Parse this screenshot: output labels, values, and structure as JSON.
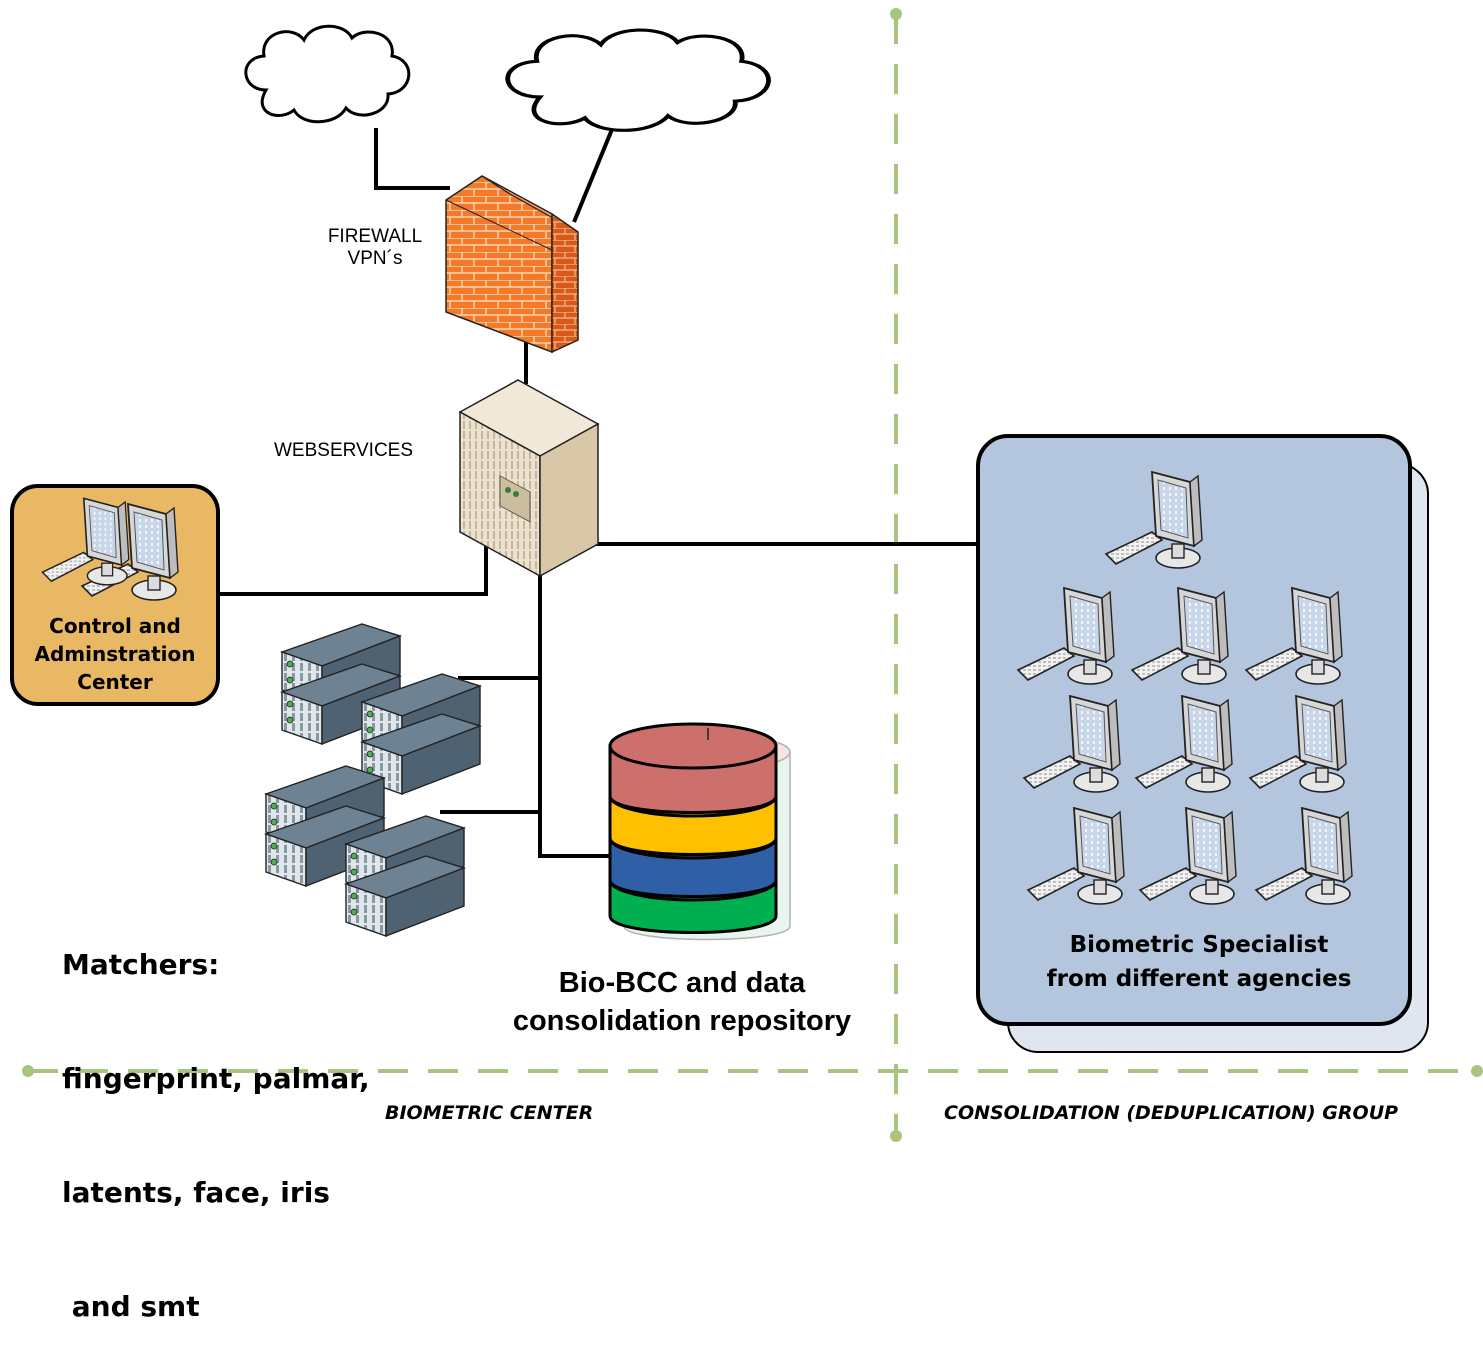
{
  "labels": {
    "firewall_line1": "FIREWALL",
    "firewall_line2": "VPN´s",
    "webservices": "WEBSERVICES",
    "control_line1": "Control and",
    "control_line2": "Adminstration",
    "control_line3": "Center",
    "matchers_line1": "Matchers:",
    "matchers_line2": "fingerprint, palmar,",
    "matchers_line3": "latents, face, iris",
    "matchers_line4": " and smt",
    "repo_line1": "Bio-BCC and data",
    "repo_line2": "consolidation repository",
    "specialist_line1": "Biometric Specialist",
    "specialist_line2": "from different agencies",
    "zone_left": "BIOMETRIC CENTER",
    "zone_right": "CONSOLIDATION (DEDUPLICATION) GROUP"
  },
  "colors": {
    "divider": "#a9c47f",
    "control_box": "#e8b864",
    "specialist_box": "#b4c6dd",
    "firewall": "#f47a2a",
    "server_tower": "#e9dcc4",
    "rack": "#5d7182",
    "db_red": "#cd706b",
    "db_yellow": "#ffc000",
    "db_blue": "#2e5fa7",
    "db_green": "#00b050"
  }
}
